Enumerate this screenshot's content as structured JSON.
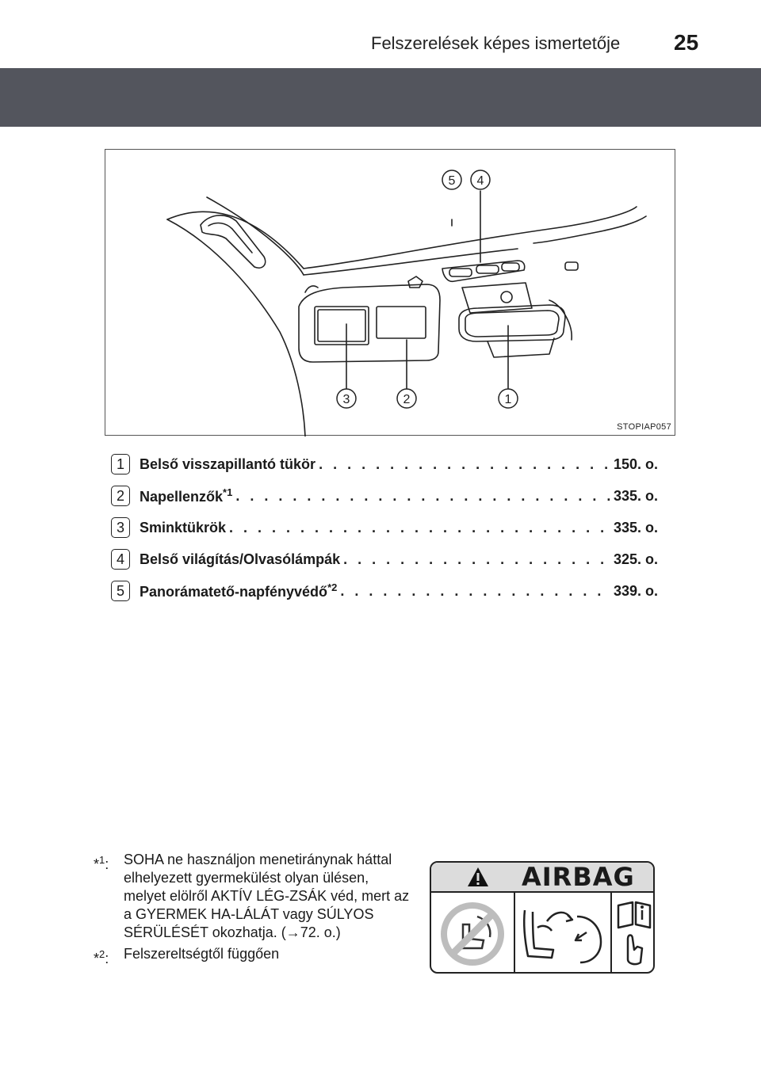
{
  "header": {
    "title": "Felszerelések képes ismertetője",
    "page_number": "25"
  },
  "figure": {
    "code": "STOPIAP057",
    "callouts": [
      "5",
      "4",
      "3",
      "2",
      "1"
    ]
  },
  "items": [
    {
      "num": "1",
      "label": "Belső visszapillantó tükör",
      "sup": "",
      "page": "150. o."
    },
    {
      "num": "2",
      "label": "Napellenzők",
      "sup": "*1",
      "page": "335. o."
    },
    {
      "num": "3",
      "label": "Sminktükrök",
      "sup": "",
      "page": "335. o."
    },
    {
      "num": "4",
      "label": "Belső világítás/Olvasólámpák",
      "sup": "",
      "page": "325. o."
    },
    {
      "num": "5",
      "label": "Panorámatető-napfényvédő",
      "sup": "*2",
      "page": "339. o."
    }
  ],
  "notes": [
    {
      "mark": "*",
      "sup": "1",
      "text": "SOHA ne használjon menetiránynak háttal elhelyezett gyermekülést olyan ülésen, melyet elölről AKTÍV LÉG-ZSÁK véd, mert az a GYERMEK HA-LÁLÁT vagy SÚLYOS SÉRÜLÉSÉT okozhatja. (→72. o.)"
    },
    {
      "mark": "*",
      "sup": "2",
      "text": "Felszereltségtől függően"
    }
  ],
  "airbag_label": {
    "text": "AIRBAG"
  },
  "icons": [
    "warning-triangle-icon",
    "no-rear-facing-child-seat-icon",
    "child-seat-airbag-impact-icon",
    "read-manual-icon"
  ]
}
